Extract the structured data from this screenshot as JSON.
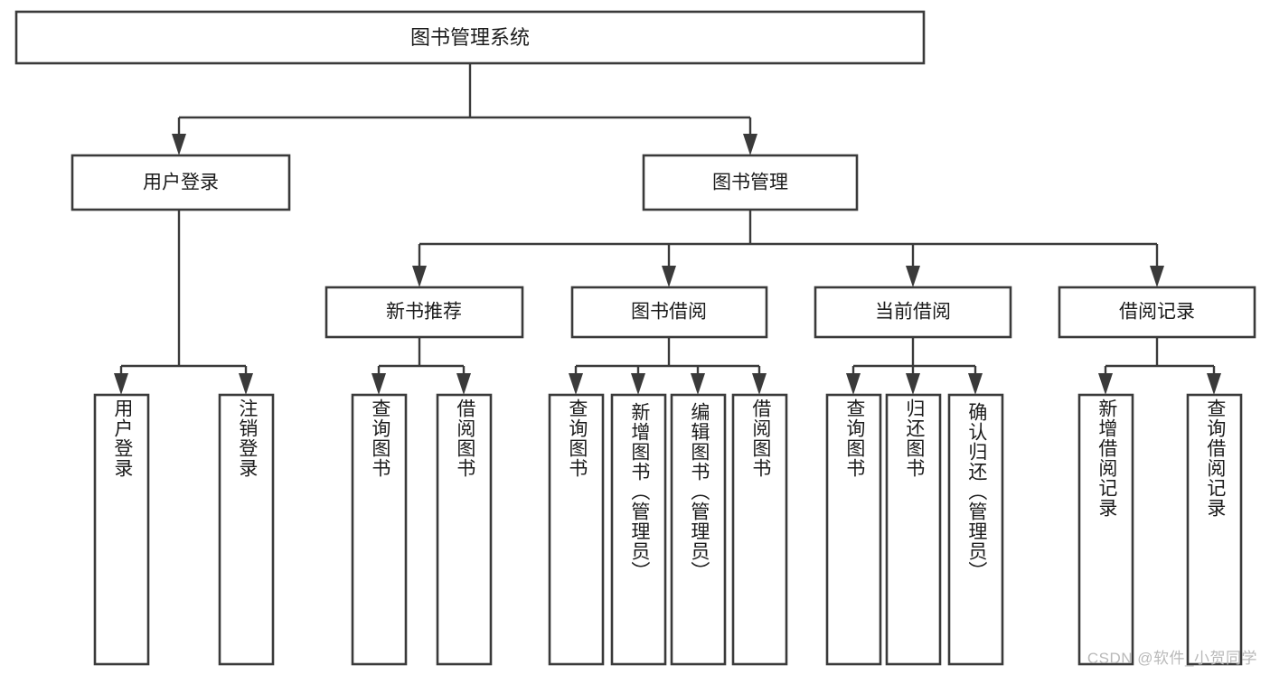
{
  "diagram": {
    "title": "图书管理系统",
    "watermark": "CSDN @软件_小贺同学",
    "colors": {
      "stroke": "#3a3a3a",
      "box_fill": "#ffffff",
      "text": "#1b1b1b",
      "background": "#ffffff",
      "watermark": "#b9b9b9"
    },
    "root": {
      "label": "图书管理系统"
    },
    "level1": [
      {
        "label": "用户登录"
      },
      {
        "label": "图书管理"
      }
    ],
    "level2": [
      {
        "label": "新书推荐"
      },
      {
        "label": "图书借阅"
      },
      {
        "label": "当前借阅"
      },
      {
        "label": "借阅记录"
      }
    ],
    "leaves": {
      "user_login": [
        {
          "label": "用户登录"
        },
        {
          "label": "注销登录"
        }
      ],
      "new_book_recommend": [
        {
          "label": "查询图书"
        },
        {
          "label": "借阅图书"
        }
      ],
      "book_borrow": [
        {
          "label": "查询图书"
        },
        {
          "label": "新增图书（管理员）"
        },
        {
          "label": "编辑图书（管理员）"
        },
        {
          "label": "借阅图书"
        }
      ],
      "current_borrow": [
        {
          "label": "查询图书"
        },
        {
          "label": "归还图书"
        },
        {
          "label": "确认归还（管理员）"
        }
      ],
      "borrow_record": [
        {
          "label": "新增借阅记录"
        },
        {
          "label": "查询借阅记录"
        }
      ]
    }
  }
}
